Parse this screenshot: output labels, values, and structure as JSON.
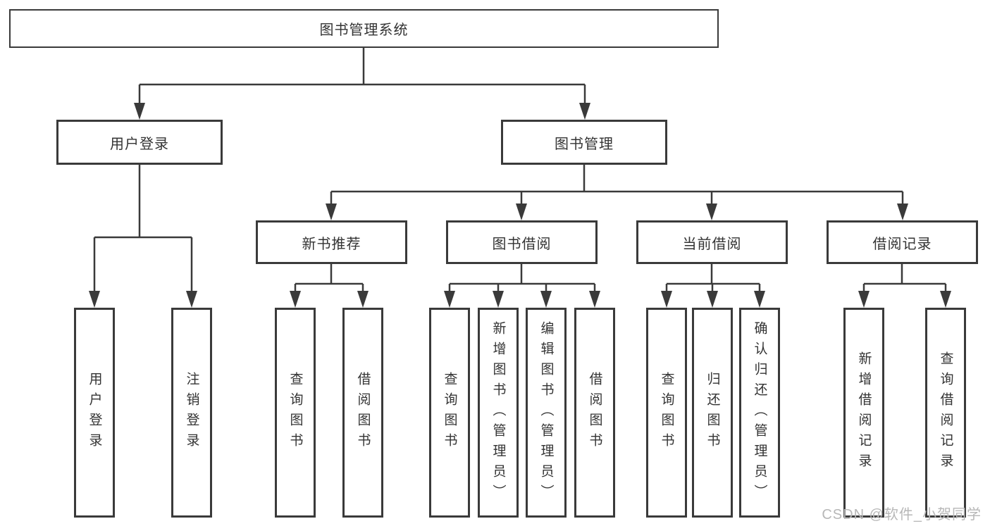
{
  "diagram": {
    "root": {
      "label": "图书管理系统"
    },
    "level2": [
      {
        "label": "用户登录",
        "children": [
          {
            "label": "用户登录"
          },
          {
            "label": "注销登录"
          }
        ]
      },
      {
        "label": "图书管理",
        "children": [
          {
            "label": "新书推荐",
            "children": [
              {
                "label": "查询图书"
              },
              {
                "label": "借阅图书"
              }
            ]
          },
          {
            "label": "图书借阅",
            "children": [
              {
                "label": "查询图书"
              },
              {
                "label": "新增图书（管理员）"
              },
              {
                "label": "编辑图书（管理员）"
              },
              {
                "label": "借阅图书"
              }
            ]
          },
          {
            "label": "当前借阅",
            "children": [
              {
                "label": "查询图书"
              },
              {
                "label": "归还图书"
              },
              {
                "label": "确认归还（管理员）"
              }
            ]
          },
          {
            "label": "借阅记录",
            "children": [
              {
                "label": "新增借阅记录"
              },
              {
                "label": "查询借阅记录"
              }
            ]
          }
        ]
      }
    ]
  },
  "watermark": "CSDN @软件_小贺同学",
  "colors": {
    "line": "#3a3a3a",
    "text": "#333333",
    "watermark": "#b7b7b7",
    "background": "#ffffff"
  }
}
